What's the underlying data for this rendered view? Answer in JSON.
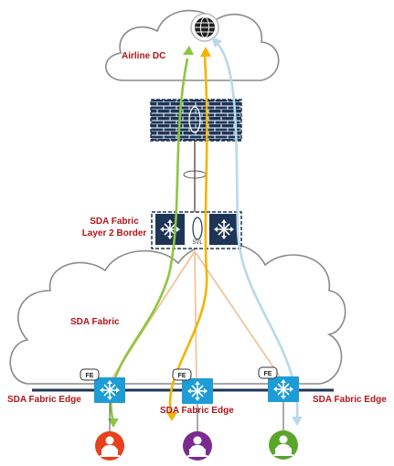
{
  "labels": {
    "airline_dc": "Airline DC",
    "border_line1": "SDA Fabric",
    "border_line2": "Layer 2 Border",
    "sda_fabric": "SDA Fabric",
    "edge_left": "SDA Fabric Edge",
    "edge_center": "SDA Fabric Edge",
    "edge_right": "SDA Fabric Edge",
    "fe": "FE",
    "svl": "SVL"
  },
  "colors": {
    "label_text": "#b0151b",
    "cloud_stroke": "#8a8a8a",
    "switch_blue": "#1d9cd6",
    "firewall_navy": "#1d3557",
    "link_tan": "#f2c49a",
    "path_green": "#8cc63f",
    "path_gold": "#f4b400",
    "path_lightblue": "#b8d9ea",
    "user_red": "#e8401c",
    "user_purple": "#7a2a90",
    "user_green": "#5aa62a"
  },
  "icons": {
    "globe": "globe-icon",
    "firewall": "firewall-icon",
    "border_switch": "switch-icon",
    "edge_switch": "switch-icon",
    "user": "user-laptop-icon"
  }
}
